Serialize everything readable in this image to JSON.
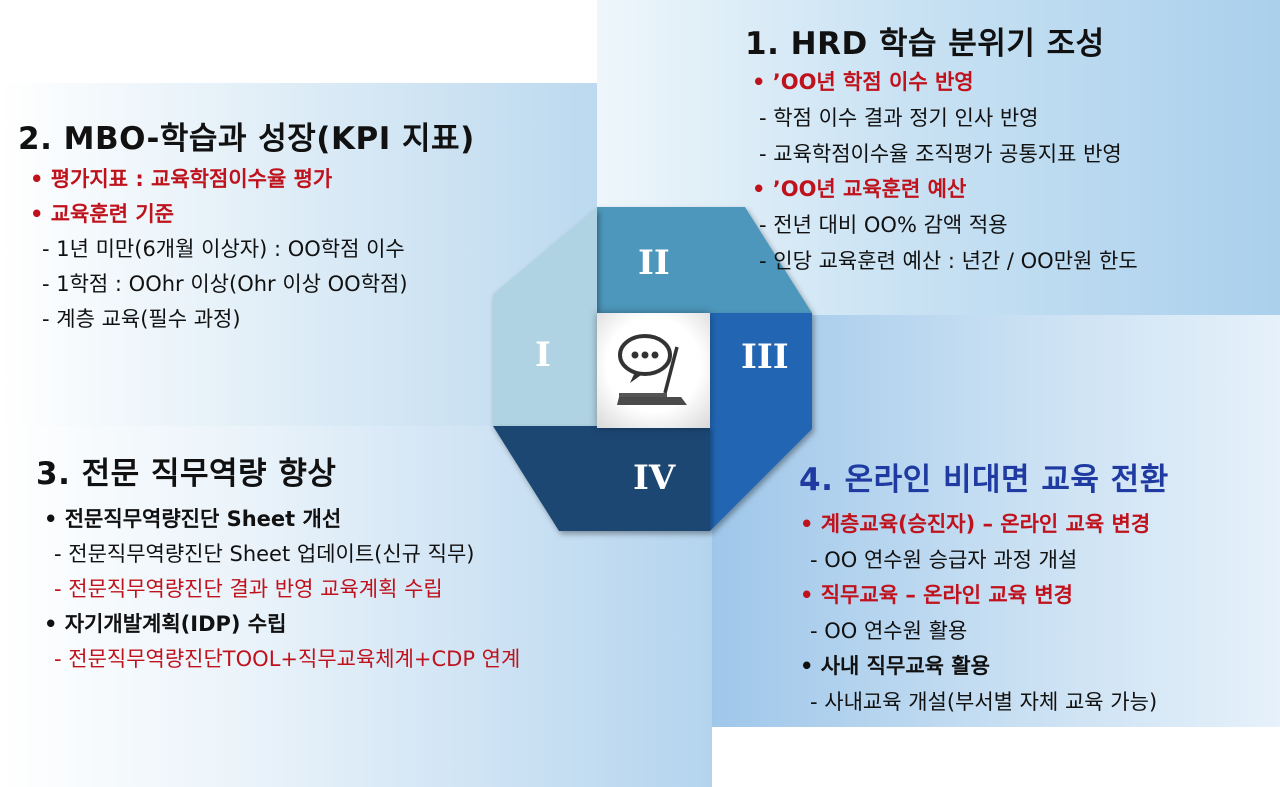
{
  "diagram": {
    "center_icon": "chat-bubble-laptop-icon",
    "roman": {
      "I": "I",
      "II": "II",
      "III": "III",
      "IV": "IV"
    },
    "colors": {
      "segment_I": "#b0d3e3",
      "segment_II": "#4d97bc",
      "segment_III": "#2466b3",
      "segment_IV": "#1e4773"
    }
  },
  "section1": {
    "title": "1. HRD 학습 분위기 조성",
    "lines": [
      {
        "text": "• ’OO년 학점 이수 반영",
        "style": "red-bold"
      },
      {
        "text": " - 학점 이수 결과 정기 인사 반영",
        "style": "normal"
      },
      {
        "text": " - 교육학점이수율 조직평가 공통지표 반영",
        "style": "normal"
      },
      {
        "text": "• ’OO년 교육훈련 예산",
        "style": "red-bold"
      },
      {
        "text": " - 전년 대비 OO% 감액 적용",
        "style": "normal"
      },
      {
        "text": " - 인당 교육훈련 예산 : 년간 / OO만원 한도",
        "style": "normal"
      }
    ]
  },
  "section2": {
    "title": "2. MBO-학습과 성장(KPI 지표)",
    "lines": [
      {
        "text": "• 평가지표 : 교육학점이수율 평가",
        "style": "red-bold"
      },
      {
        "text": "• 교육훈련 기준",
        "style": "red-bold"
      },
      {
        "text": " - 1년 미만(6개월 이상자) : OO학점 이수",
        "style": "normal"
      },
      {
        "text": " - 1학점 : OOhr 이상(Ohr 이상 OO학점)",
        "style": "normal"
      },
      {
        "text": " - 계층 교육(필수 과정)",
        "style": "normal"
      }
    ]
  },
  "section3": {
    "title": "3. 전문 직무역량 향상",
    "lines": [
      {
        "text": "• 전문직무역량진단 Sheet 개선",
        "style": "black-bold"
      },
      {
        "text": " - 전문직무역량진단 Sheet 업데이트(신규 직무)",
        "style": "normal"
      },
      {
        "text": " - 전문직무역량진단 결과 반영 교육계획 수립",
        "style": "red"
      },
      {
        "text": "• 자기개발계획(IDP) 수립",
        "style": "black-bold"
      },
      {
        "text": " - 전문직무역량진단TOOL+직무교육체계+CDP 연계",
        "style": "red"
      }
    ]
  },
  "section4": {
    "title": "4. 온라인 비대면 교육 전환",
    "lines": [
      {
        "text": "• 계층교육(승진자) – 온라인 교육 변경",
        "style": "red-bold"
      },
      {
        "text": " - OO 연수원 승급자 과정 개설",
        "style": "normal"
      },
      {
        "text": "• 직무교육 – 온라인 교육 변경",
        "style": "red-bold"
      },
      {
        "text": " - OO 연수원 활용",
        "style": "normal"
      },
      {
        "text": "• 사내 직무교육 활용",
        "style": "black-bold"
      },
      {
        "text": " - 사내교육 개설(부서별 자체 교육 가능)",
        "style": "normal"
      }
    ]
  }
}
